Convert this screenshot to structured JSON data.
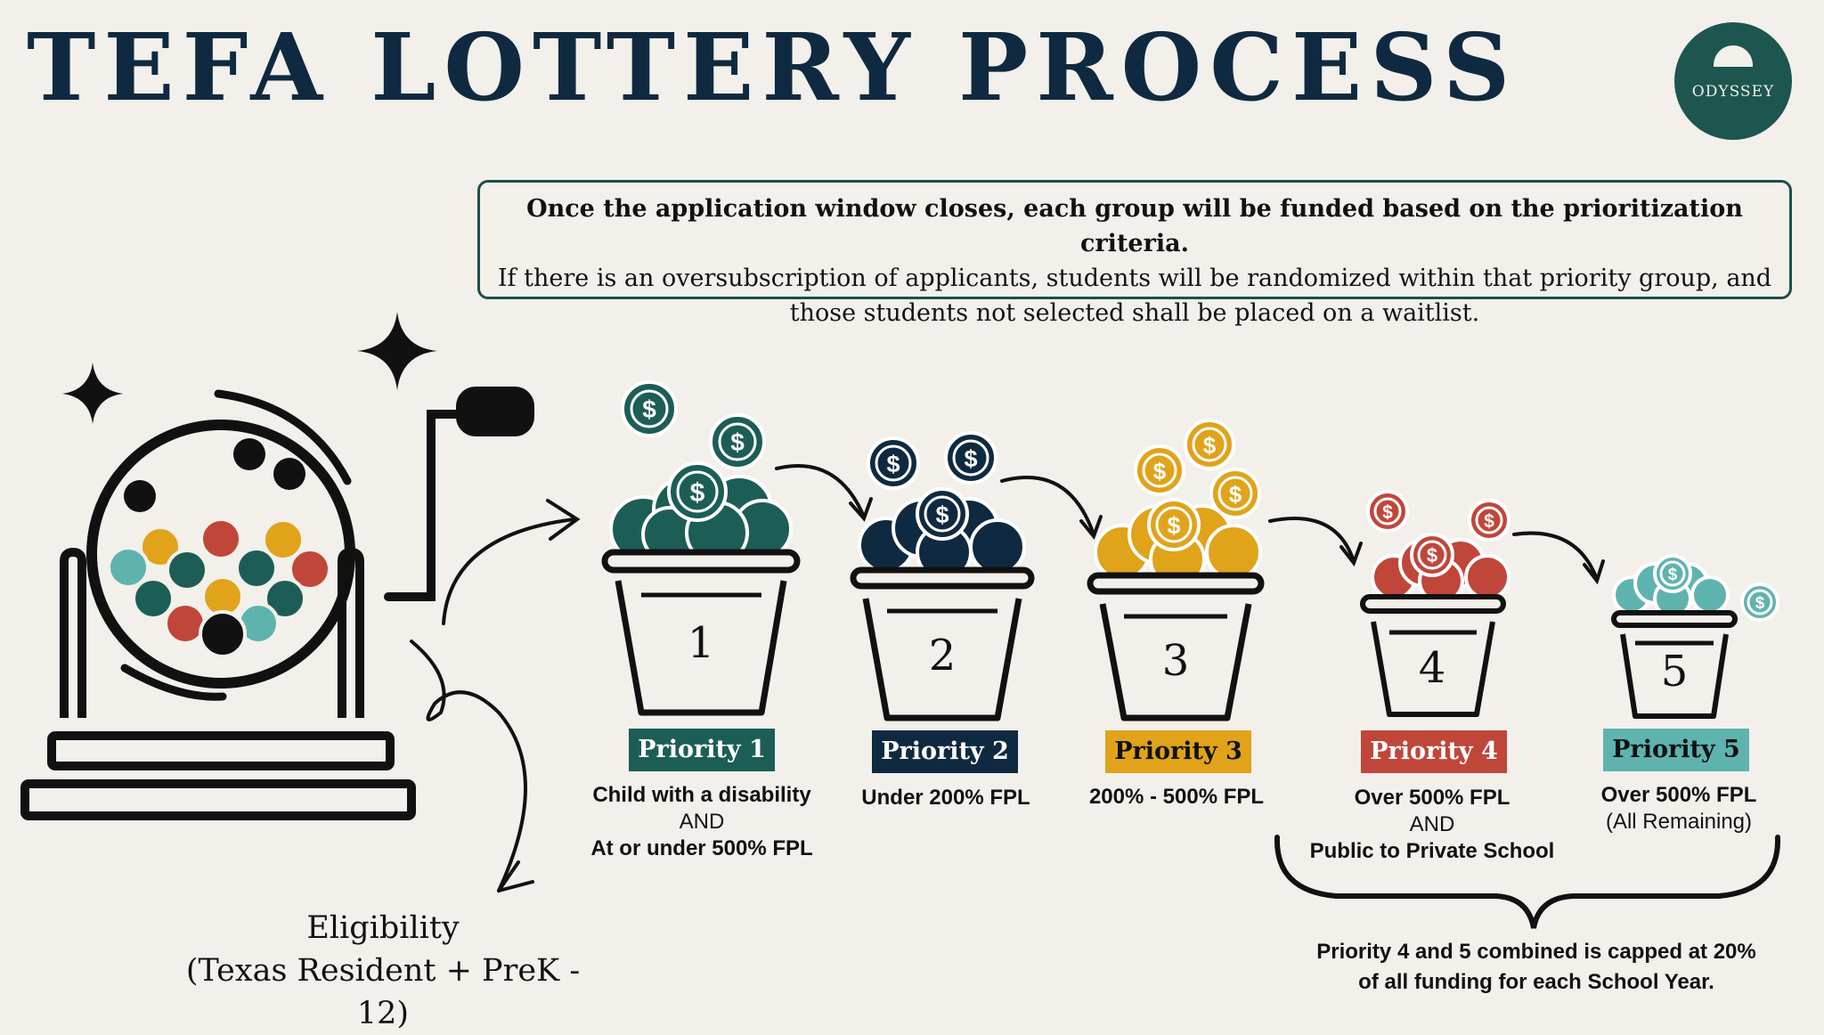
{
  "title": "TEFA LOTTERY PROCESS",
  "logo": {
    "text": "ODYSSEY"
  },
  "info": {
    "bold_line": "Once the application window closes, each group will be funded based on the prioritization criteria.",
    "line2": "If there is an oversubscription of applicants, students will be randomized within that priority group, and",
    "line3": "those students not selected shall be placed on a waitlist."
  },
  "priorities": [
    {
      "number": "1",
      "label": "Priority 1",
      "color": "#1c5e55",
      "line1": "Child with a disability",
      "line2": "AND",
      "line3": "At or under 500% FPL"
    },
    {
      "number": "2",
      "label": "Priority 2",
      "color": "#0f2a40",
      "line1": "Under 200% FPL"
    },
    {
      "number": "3",
      "label": "Priority 3",
      "color": "#e0a31a",
      "line1": "200% - 500% FPL"
    },
    {
      "number": "4",
      "label": "Priority 4",
      "color": "#c0463a",
      "line1": "Over 500% FPL",
      "line2": "AND",
      "line3": "Public to Private School"
    },
    {
      "number": "5",
      "label": "Priority 5",
      "color": "#5fb3ae",
      "line1": "Over 500% FPL",
      "line2": "(All Remaining)"
    }
  ],
  "cap_note": {
    "line1": "Priority 4 and 5 combined is capped at 20%",
    "line2": "of all funding for each School Year."
  },
  "eligibility": {
    "line1": "Eligibility",
    "line2": "(Texas Resident + PreK - 12)"
  },
  "coin_symbol": "$"
}
